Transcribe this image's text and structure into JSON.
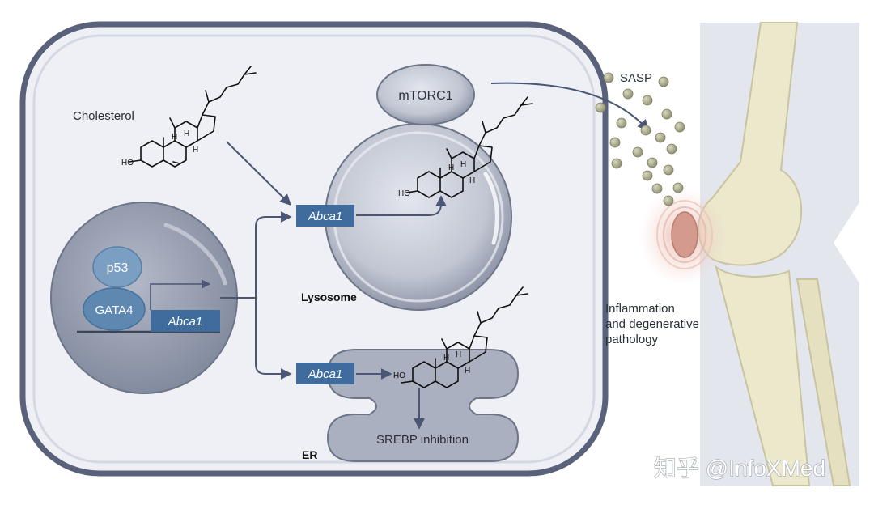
{
  "labels": {
    "cholesterol": "Cholesterol",
    "mtorc1": "mTORC1",
    "lysosome": "Lysosome",
    "er": "ER",
    "p53": "p53",
    "gata4": "GATA4",
    "abca1_gene": "Abca1",
    "abca1_lysosome": "Abca1",
    "abca1_er": "Abca1",
    "srebp": "SREBP inhibition",
    "sasp": "SASP",
    "inflammation_line1": "Inflammation",
    "inflammation_line2": "and degenerative",
    "inflammation_line3": "pathology",
    "watermark": "知乎 @InfoXMed"
  },
  "molecule": {
    "ho_label": "HO",
    "h_label": "H"
  },
  "colors": {
    "cell_fill": "#eef0f5",
    "cell_border": "#59627a",
    "organelle_fill": "#b8bdca",
    "nucleus_fill": "#9aa1b2",
    "protein_fill": "#6f95b8",
    "label_box": "#3f6c9c",
    "arrow": "#4a5673",
    "sasp_dot": "#a9a98a",
    "bone": "#ebe8cc",
    "inflammation": "#d9a89c"
  }
}
